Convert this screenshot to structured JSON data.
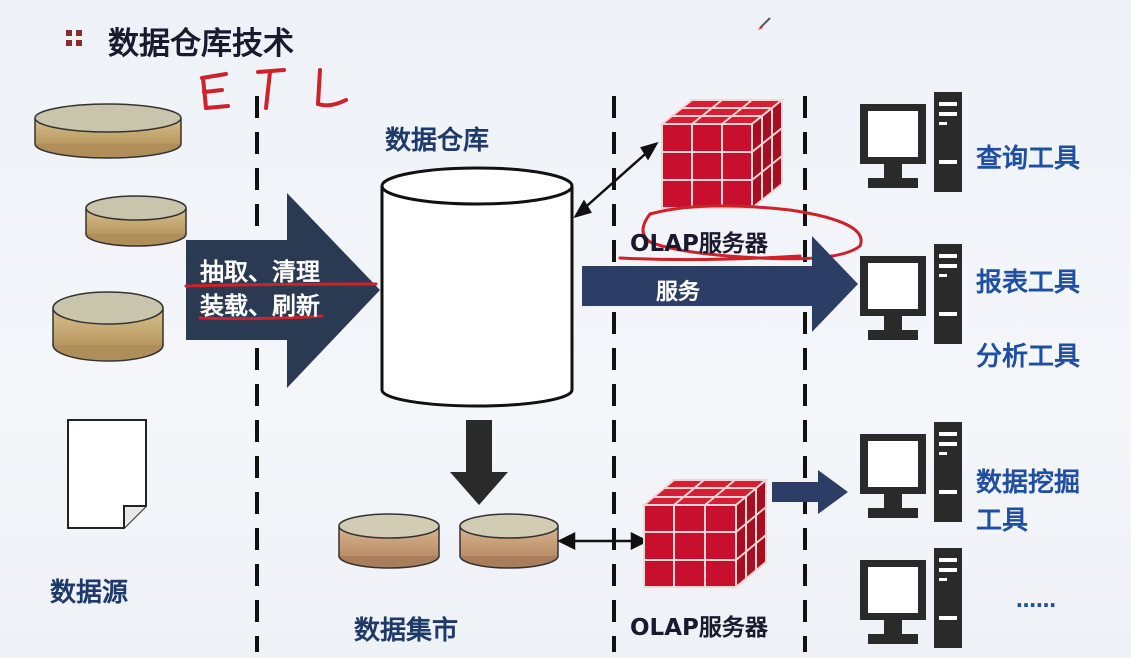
{
  "title": "数据仓库技术",
  "etl_annotation": "ETL",
  "etl_arrow": {
    "line1": "抽取、清理",
    "line2": "装载、刷新"
  },
  "data_source_label": "数据源",
  "warehouse_label": "数据仓库",
  "data_mart_label": "数据集市",
  "olap_top_label": "OLAP服务器",
  "olap_bottom_label": "OLAP服务器",
  "service_label": "服务",
  "tools": {
    "query": "查询工具",
    "report": "报表工具",
    "analysis": "分析工具",
    "mining_line1": "数据挖掘",
    "mining_line2": "工具",
    "more": "……"
  },
  "colors": {
    "arrow_dark": "#2a3a52",
    "arrow_navy": "#2c3e66",
    "cube_red": "#c8102e",
    "source_disk": "#c8ae7c",
    "mart_disk": "#c9a27e",
    "label_blue": "#1e4fa3",
    "annotation_red": "#d0202a"
  }
}
